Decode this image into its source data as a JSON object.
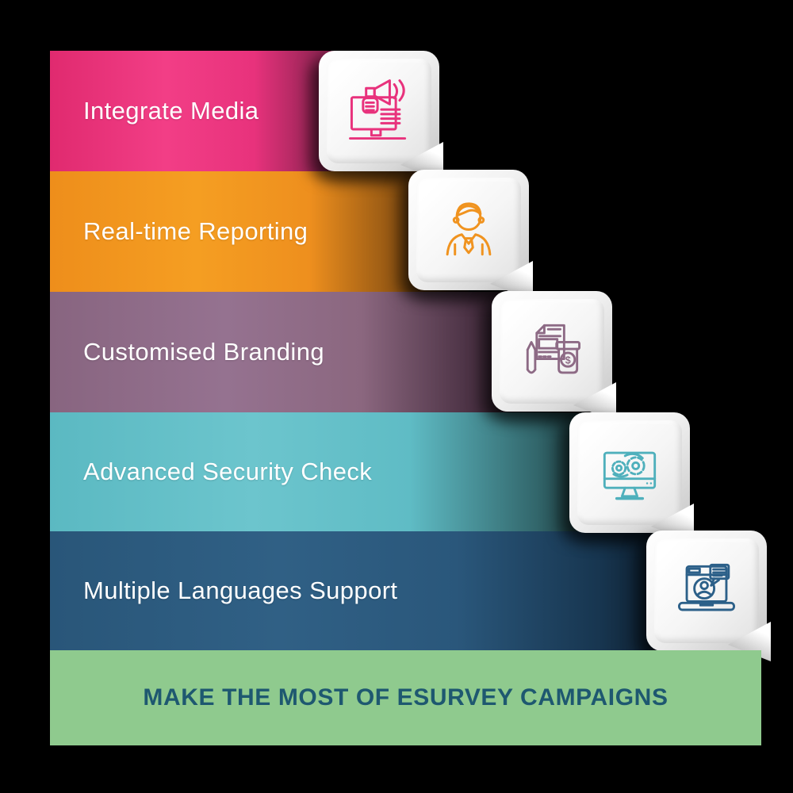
{
  "page": {
    "background": "#000000"
  },
  "steps": [
    {
      "label": "Integrate Media",
      "color": "#E8327C",
      "icon": "megaphone-media-icon"
    },
    {
      "label": "Real-time Reporting",
      "color": "#F0931F",
      "icon": "person-reporting-icon"
    },
    {
      "label": "Customised Branding",
      "color": "#8D6A85",
      "icon": "branding-document-pencil-icon"
    },
    {
      "label": "Advanced Security Check",
      "color": "#5FBCC5",
      "icon": "security-monitor-gears-icon"
    },
    {
      "label": "Multiple Languages Support",
      "color": "#29567A",
      "icon": "languages-laptop-chat-icon"
    }
  ],
  "banner": {
    "label": "MAKE THE MOST OF ESURVEY CAMPAIGNS",
    "background": "#8FCA8E",
    "text_color": "#1E5870"
  }
}
